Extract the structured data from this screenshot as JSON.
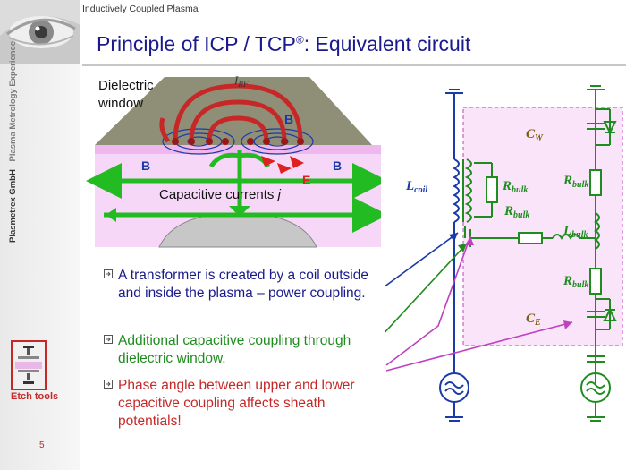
{
  "sidebar": {
    "company": "Plasmetrex GmbH",
    "tagline": "Plasma Metrology Experience",
    "tool_label": "Etch tools",
    "page_number": "5"
  },
  "header": {
    "section": "Inductively Coupled Plasma",
    "title": "Principle of ICP / TCP",
    "title_sup": "®",
    "title_suffix": ": Equivalent circuit"
  },
  "diagram": {
    "dielectric_label_1": "Dielectric",
    "dielectric_label_2": "window",
    "current_label": "I",
    "current_sub": "RF",
    "b_label": "B",
    "e_label": "E",
    "capacitive_label": "Capacitive currents ",
    "capacitive_sym": "j"
  },
  "circuit": {
    "l_coil": "L",
    "l_coil_sub": "coil",
    "r_bulk": "R",
    "r_bulk_sub": "bulk",
    "l_bulk": "L",
    "l_bulk_sub": "bulk",
    "c_w": "C",
    "c_w_sub": "W",
    "c_e": "C",
    "c_e_sub": "E"
  },
  "bullets": [
    {
      "text": "A transformer is created by a coil outside and inside the plasma – power coupling.",
      "color": "#1a1a8c"
    },
    {
      "text": "Additional capacitive coupling through dielectric window.",
      "color": "#1f8c1f"
    },
    {
      "text": "Phase angle between upper and lower capacitive coupling affects sheath potentials!",
      "color": "#c62828"
    }
  ]
}
